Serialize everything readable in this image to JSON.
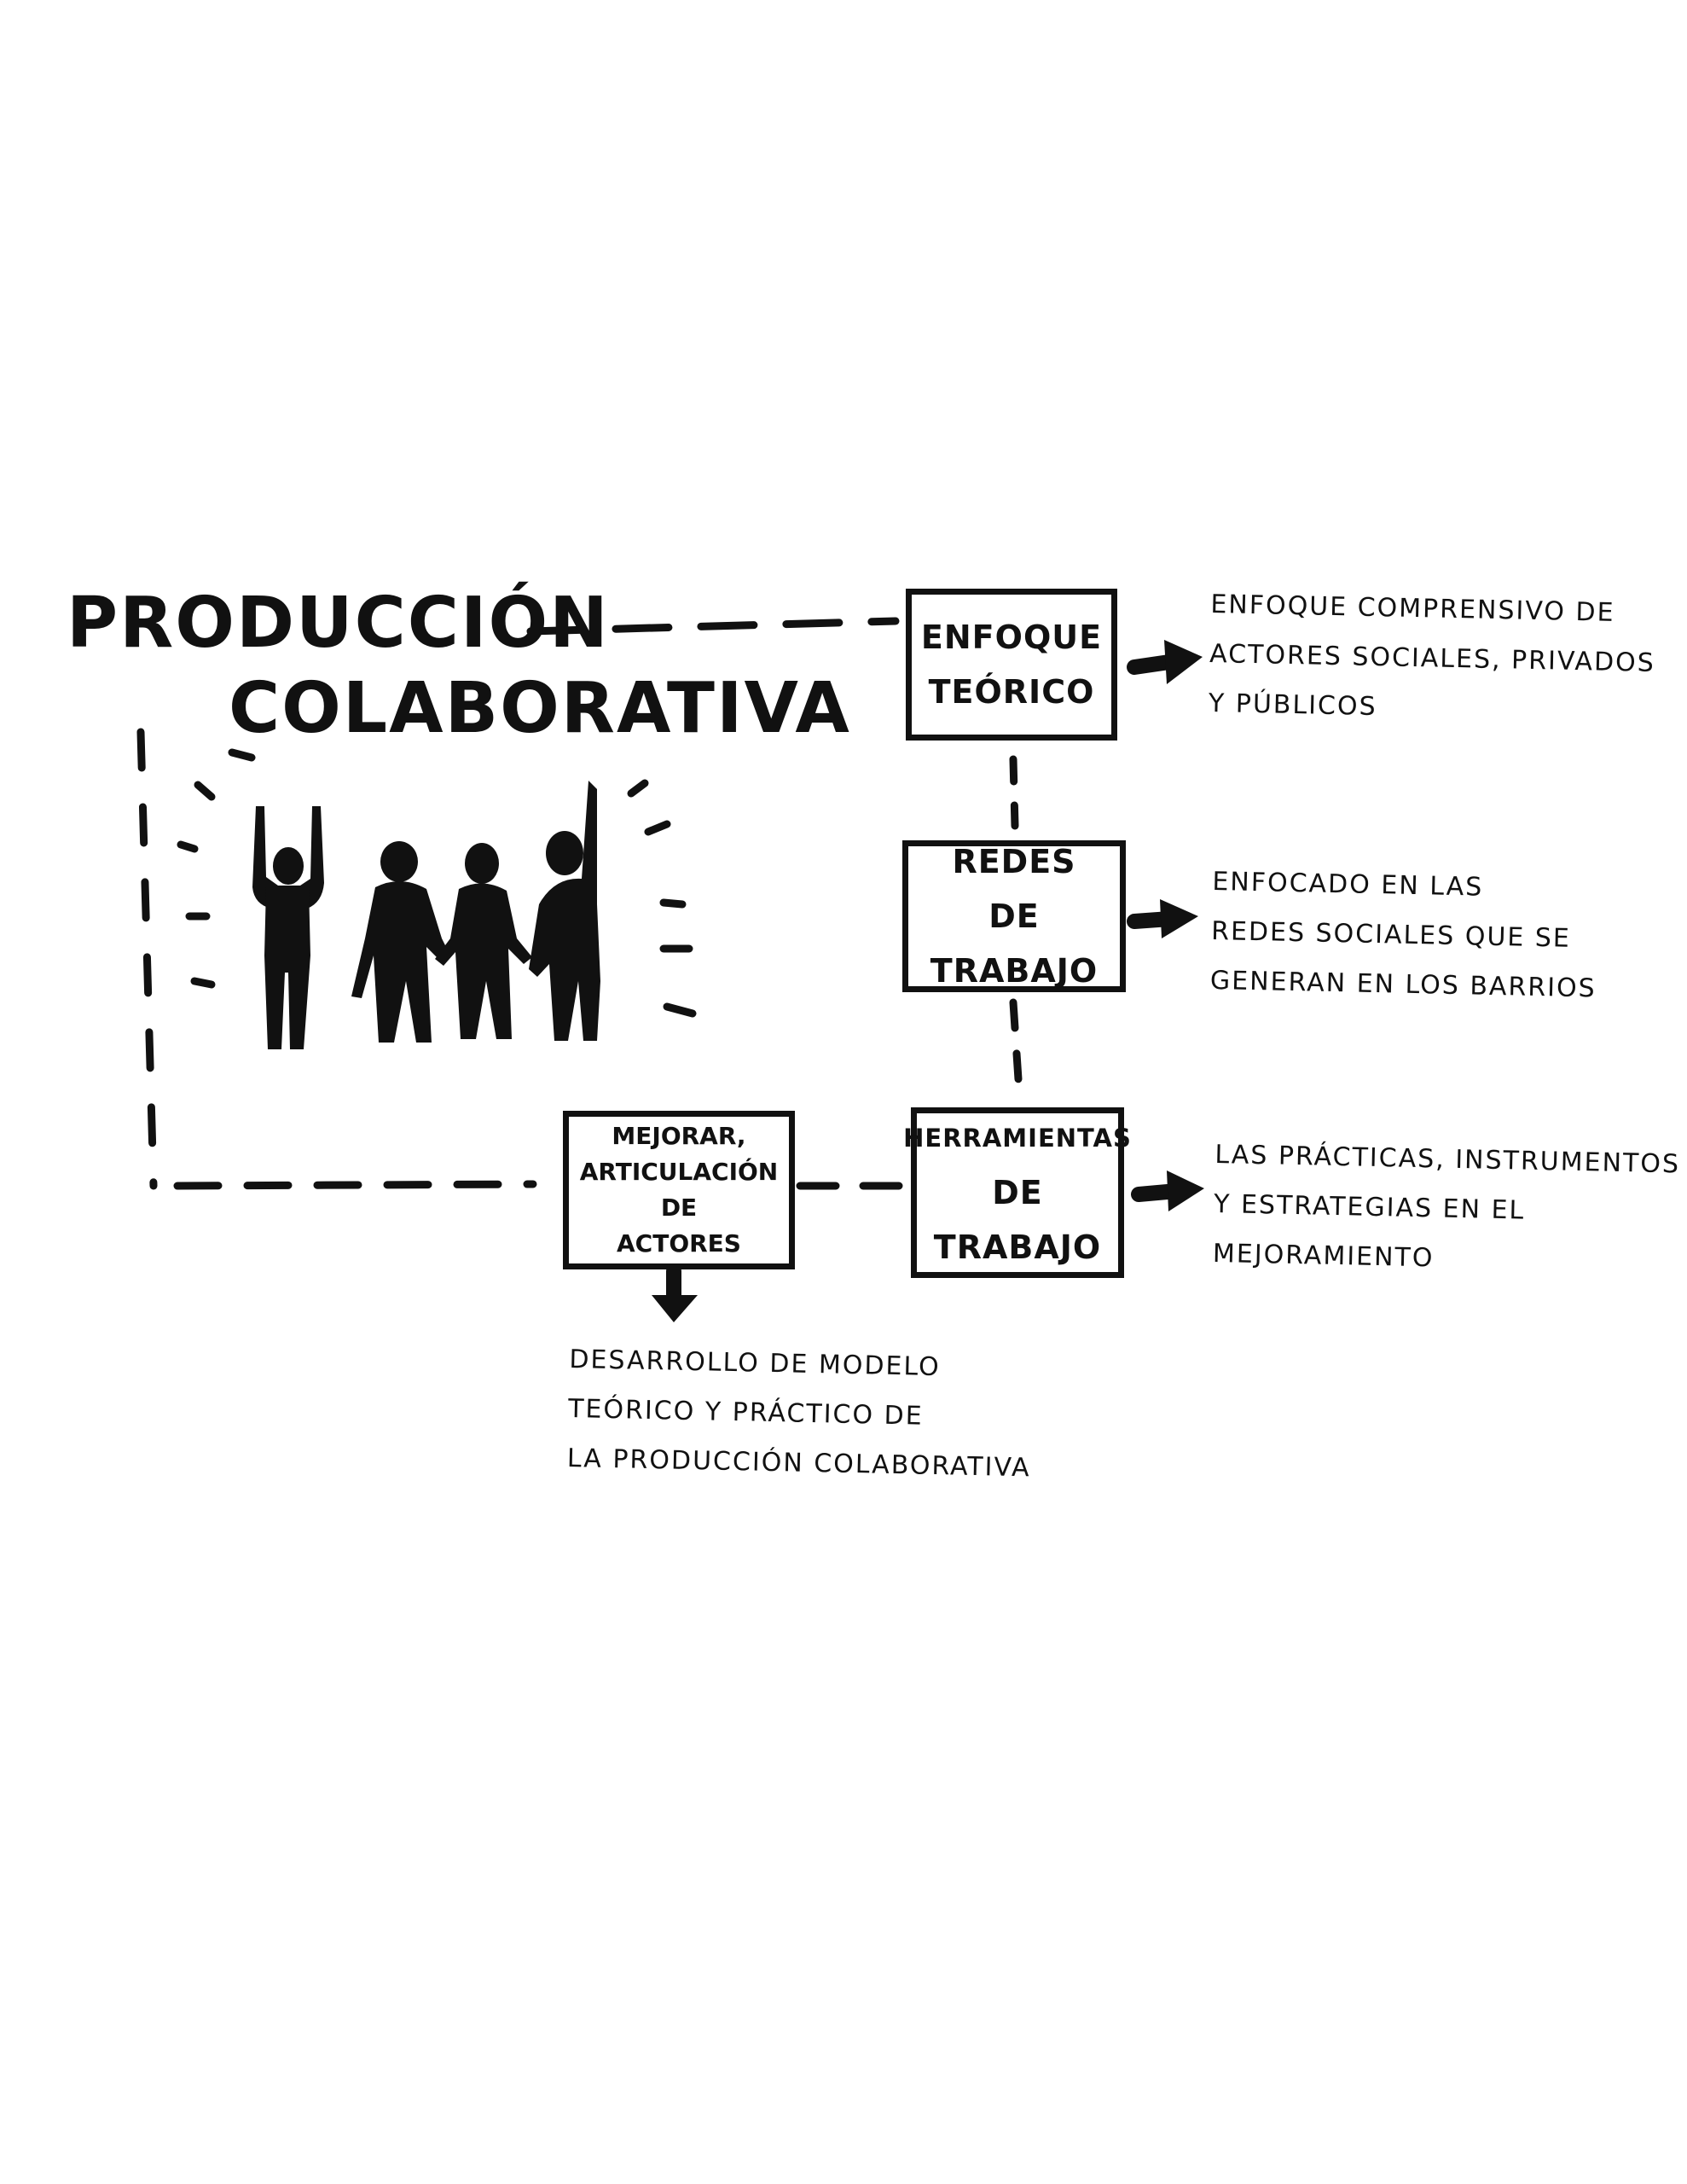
{
  "title": {
    "line1": "PRODUCCIÓN",
    "line2": "COLABORATIVA"
  },
  "boxes": {
    "enfoque": {
      "lines": [
        "ENFOQUE",
        "TEÓRICO"
      ]
    },
    "redes": {
      "lines": [
        "REDES",
        "DE",
        "TRABAJO"
      ]
    },
    "herramientas": {
      "lines": [
        "HERRAMIENTAS",
        "DE",
        "TRABAJO"
      ]
    },
    "mejorar": {
      "lines": [
        "MEJORAR,",
        "ARTICULACIÓN",
        "DE",
        "ACTORES"
      ]
    }
  },
  "notes": {
    "enfoque": [
      "ENFOQUE COMPRENSIVO DE",
      "ACTORES SOCIALES, PRIVADOS",
      "Y PÚBLICOS"
    ],
    "redes": [
      "ENFOCADO EN LAS",
      "REDES SOCIALES QUE SE",
      "GENERAN EN LOS BARRIOS"
    ],
    "herramientas": [
      "LAS PRÁCTICAS, INSTRUMENTOS",
      "Y ESTRATEGIAS EN EL",
      "MEJORAMIENTO"
    ],
    "mejorar": [
      "DESARROLLO DE MODELO",
      "TEÓRICO Y PRÁCTICO DE",
      "LA PRODUCCIÓN COLABORATIVA"
    ]
  }
}
